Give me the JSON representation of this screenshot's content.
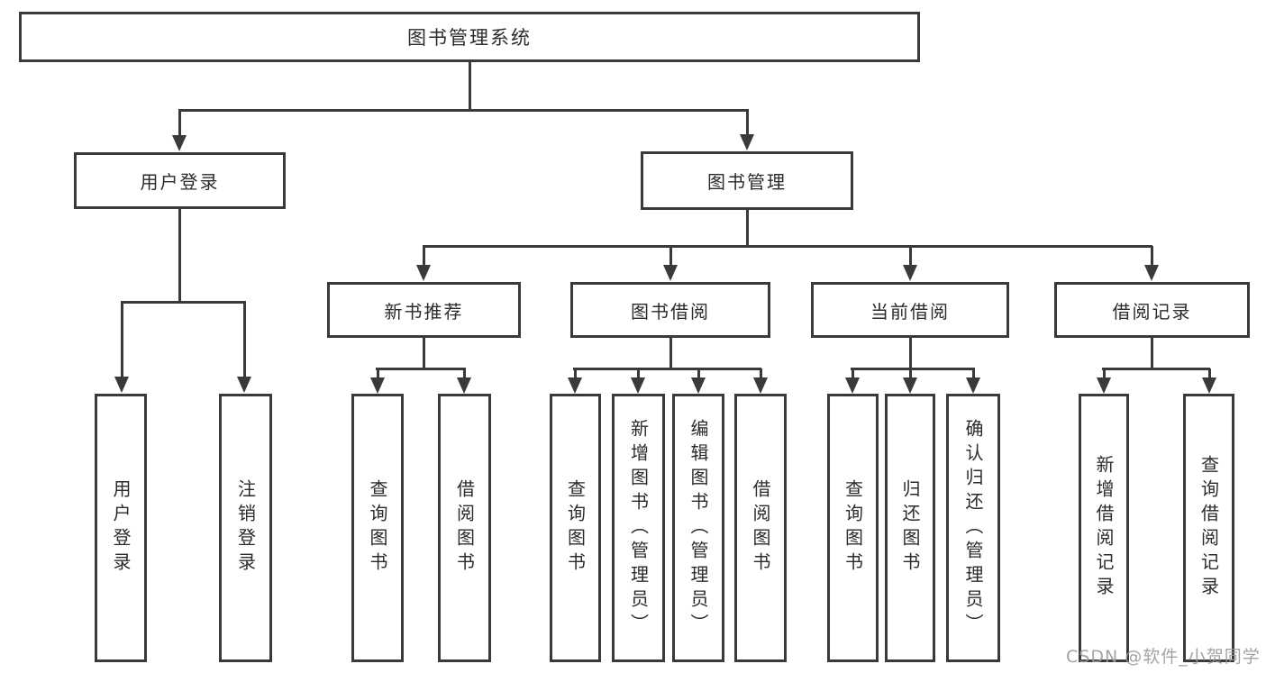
{
  "tree": {
    "root": {
      "label": "图书管理系统"
    },
    "branches": [
      {
        "label": "用户登录",
        "children": [
          {
            "label": "用户登录"
          },
          {
            "label": "注销登录"
          }
        ]
      },
      {
        "label": "图书管理",
        "children": [
          {
            "label": "新书推荐",
            "children": [
              {
                "label": "查询图书"
              },
              {
                "label": "借阅图书"
              }
            ]
          },
          {
            "label": "图书借阅",
            "children": [
              {
                "label": "查询图书"
              },
              {
                "label": "新增图书（管理员）"
              },
              {
                "label": "编辑图书（管理员）"
              },
              {
                "label": "借阅图书"
              }
            ]
          },
          {
            "label": "当前借阅",
            "children": [
              {
                "label": "查询图书"
              },
              {
                "label": "归还图书"
              },
              {
                "label": "确认归还（管理员）"
              }
            ]
          },
          {
            "label": "借阅记录",
            "children": [
              {
                "label": "新增借阅记录"
              },
              {
                "label": "查询借阅记录"
              }
            ]
          }
        ]
      }
    ]
  },
  "watermark": "CSDN @软件_小贺同学",
  "colors": {
    "line": "#3a3a3a",
    "text": "#2b2b2b",
    "box_background": "#ffffff",
    "watermark": "#9a9a9a"
  }
}
